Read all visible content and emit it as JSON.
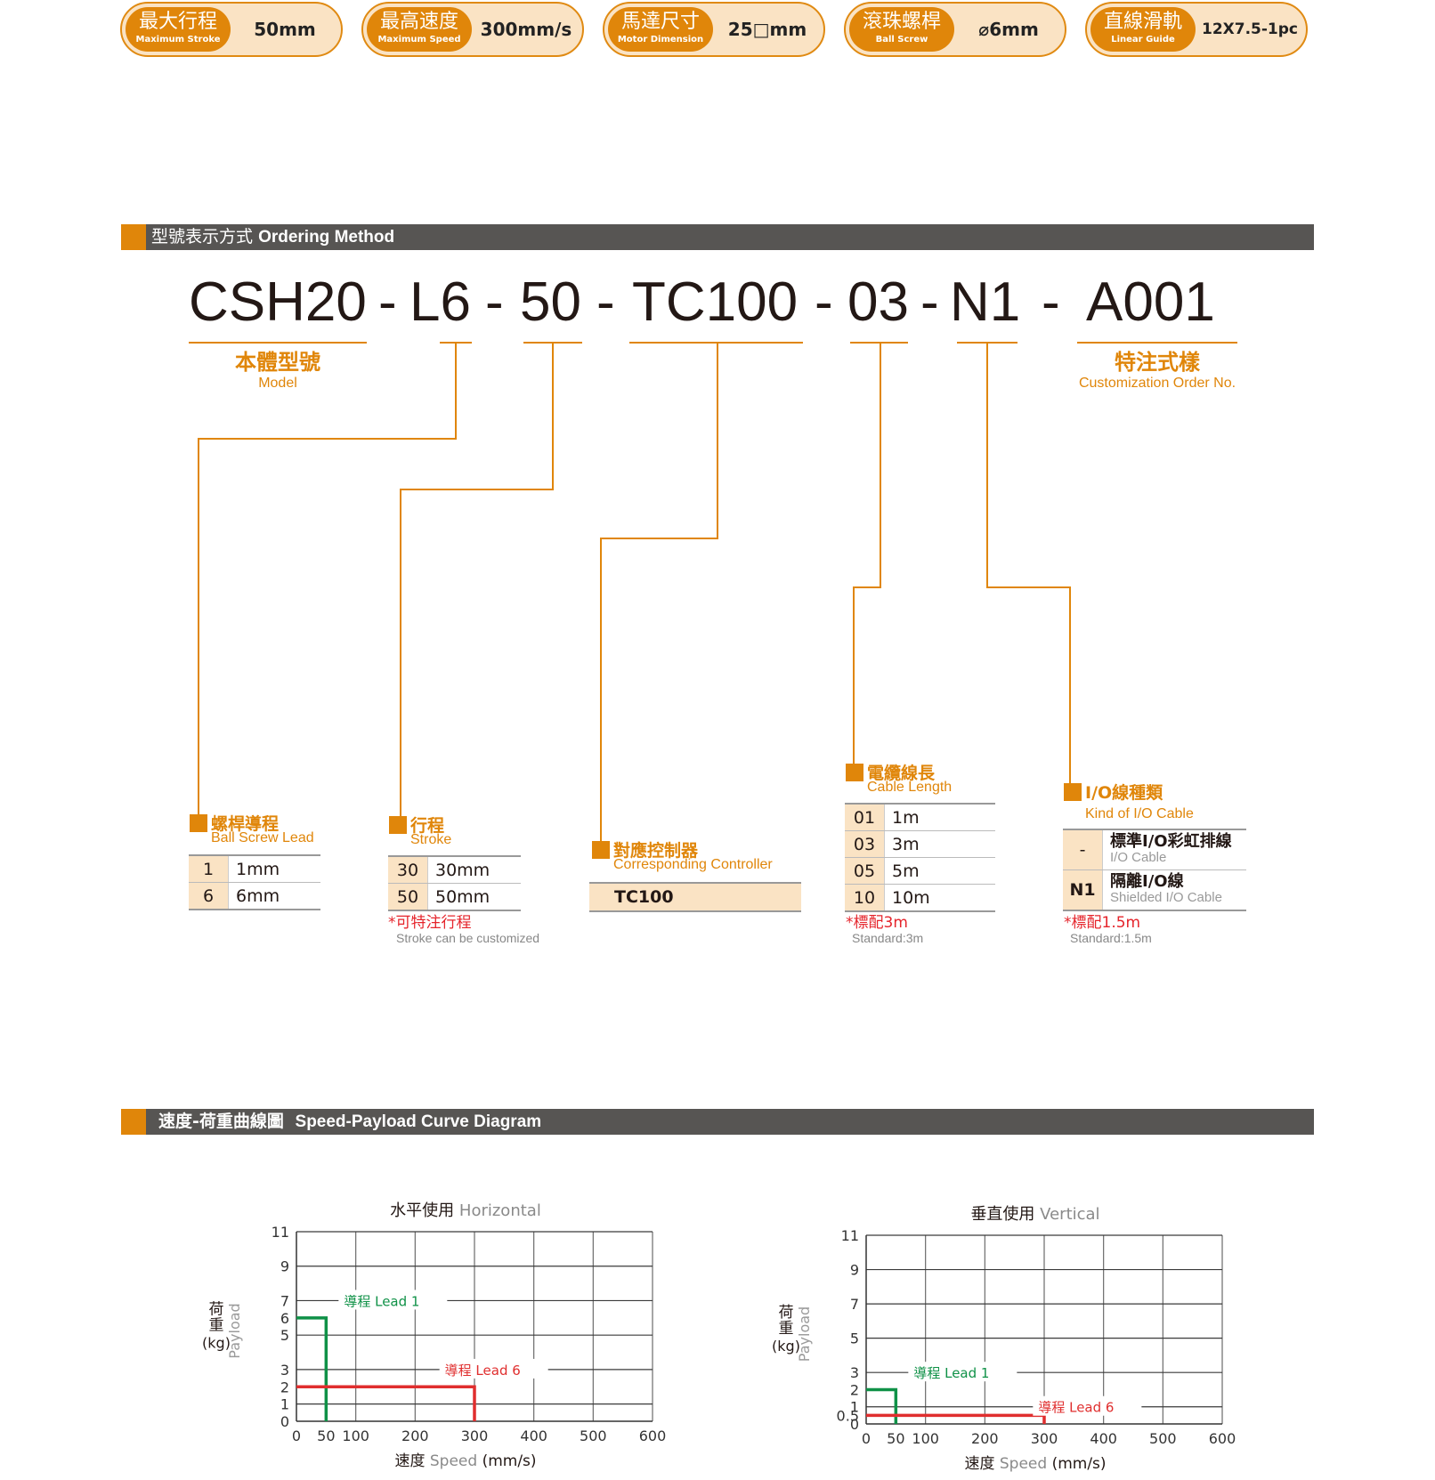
{
  "specs": [
    {
      "label_cn": "最大行程",
      "label_en": "Maximum Stroke",
      "value": "50mm"
    },
    {
      "label_cn": "最高速度",
      "label_en": "Maximum Speed",
      "value": "300mm/s"
    },
    {
      "label_cn": "馬達尺寸",
      "label_en": "Motor Dimension",
      "value": "25□mm"
    },
    {
      "label_cn": "滾珠螺桿",
      "label_en": "Ball Screw",
      "value": "⌀6mm"
    },
    {
      "label_cn": "直線滑軌",
      "label_en": "Linear Guide",
      "value": "12X7.5-1pc"
    }
  ],
  "ordering": {
    "section_cn": "型號表示方式",
    "section_en": "Ordering Method",
    "code_parts": [
      "CSH20",
      "-",
      "L6",
      "-",
      "50",
      "-",
      "TC100",
      "-",
      "03",
      "-",
      "N1",
      "-",
      "A001"
    ],
    "model_label_cn": "本體型號",
    "model_label_en": "Model",
    "custom_label_cn": "特注式樣",
    "custom_label_en": "Customization Order No.",
    "lead": {
      "title_cn": "螺桿導程",
      "title_en": "Ball Screw Lead",
      "rows": [
        {
          "code": "1",
          "value": "1mm"
        },
        {
          "code": "6",
          "value": "6mm"
        }
      ]
    },
    "stroke": {
      "title_cn": "行程",
      "title_en": "Stroke",
      "rows": [
        {
          "code": "30",
          "value": "30mm"
        },
        {
          "code": "50",
          "value": "50mm"
        }
      ],
      "note_cn": "*可特注行程",
      "note_en": "Stroke can be customized"
    },
    "controller": {
      "title_cn": "對應控制器",
      "title_en": "Corresponding Controller",
      "value": "TC100"
    },
    "cable": {
      "title_cn": "電纜線長",
      "title_en": "Cable Length",
      "rows": [
        {
          "code": "01",
          "value": "1m"
        },
        {
          "code": "03",
          "value": "3m"
        },
        {
          "code": "05",
          "value": "5m"
        },
        {
          "code": "10",
          "value": "10m"
        }
      ],
      "note_cn": "*標配3m",
      "note_en": "Standard:3m"
    },
    "io": {
      "title_cn": "I/O線種類",
      "title_en": "Kind of I/O Cable",
      "rows": [
        {
          "code": "-",
          "value_cn": "標準I/O彩虹排線",
          "value_en": "I/O Cable"
        },
        {
          "code": "N1",
          "value_cn": "隔離I/O線",
          "value_en": "Shielded I/O Cable"
        }
      ],
      "note_cn": "*標配1.5m",
      "note_en": "Standard:1.5m"
    }
  },
  "speed_section": {
    "title_cn": "速度-荷重曲線圖",
    "title_en": "Speed-Payload Curve Diagram"
  },
  "colors": {
    "accent": "#e0860a",
    "lead1": "#0f9147",
    "lead6": "#e02e2e"
  },
  "chart_data": [
    {
      "type": "line",
      "title_cn": "水平使用",
      "title_en": "Horizontal",
      "xlabel_cn": "速度",
      "xlabel_en": "Speed",
      "xunit": "(mm/s)",
      "ylabel_cn": "荷重",
      "ylabel_en": "Payload",
      "yunit": "(kg)",
      "xlim": [
        0,
        600
      ],
      "ylim": [
        0,
        11
      ],
      "xticks": [
        0,
        50,
        100,
        200,
        300,
        400,
        500,
        600
      ],
      "yticks": [
        0,
        1,
        2,
        3,
        5,
        6,
        7,
        9,
        11
      ],
      "xgrid": [
        100,
        200,
        300,
        400,
        500,
        600
      ],
      "ygrid": [
        1,
        3,
        5,
        7,
        9,
        11
      ],
      "grid": true,
      "series": [
        {
          "name": "導程 Lead 1",
          "color": "#0f9147",
          "points": [
            [
              0,
              6
            ],
            [
              50,
              6
            ],
            [
              50,
              0
            ]
          ],
          "label_at": [
            80,
            7
          ]
        },
        {
          "name": "導程 Lead 6",
          "color": "#e02e2e",
          "points": [
            [
              0,
              2
            ],
            [
              300,
              2
            ],
            [
              300,
              0
            ]
          ],
          "label_at": [
            250,
            3
          ]
        }
      ]
    },
    {
      "type": "line",
      "title_cn": "垂直使用",
      "title_en": "Vertical",
      "xlabel_cn": "速度",
      "xlabel_en": "Speed",
      "xunit": "(mm/s)",
      "ylabel_cn": "荷重",
      "ylabel_en": "Payload",
      "yunit": "(kg)",
      "xlim": [
        0,
        600
      ],
      "ylim": [
        0,
        11
      ],
      "xticks": [
        0,
        50,
        100,
        200,
        300,
        400,
        500,
        600
      ],
      "yticks": [
        0,
        0.5,
        1,
        2,
        3,
        5,
        7,
        9,
        11
      ],
      "xgrid": [
        100,
        200,
        300,
        400,
        500,
        600
      ],
      "ygrid": [
        1,
        3,
        5,
        7,
        9,
        11
      ],
      "grid": true,
      "series": [
        {
          "name": "導程 Lead 1",
          "color": "#0f9147",
          "points": [
            [
              0,
              2
            ],
            [
              50,
              2
            ],
            [
              50,
              0
            ]
          ],
          "label_at": [
            80,
            3
          ]
        },
        {
          "name": "導程 Lead 6",
          "color": "#e02e2e",
          "points": [
            [
              0,
              0.5
            ],
            [
              300,
              0.5
            ],
            [
              300,
              0
            ]
          ],
          "label_at": [
            290,
            1
          ]
        }
      ]
    }
  ]
}
